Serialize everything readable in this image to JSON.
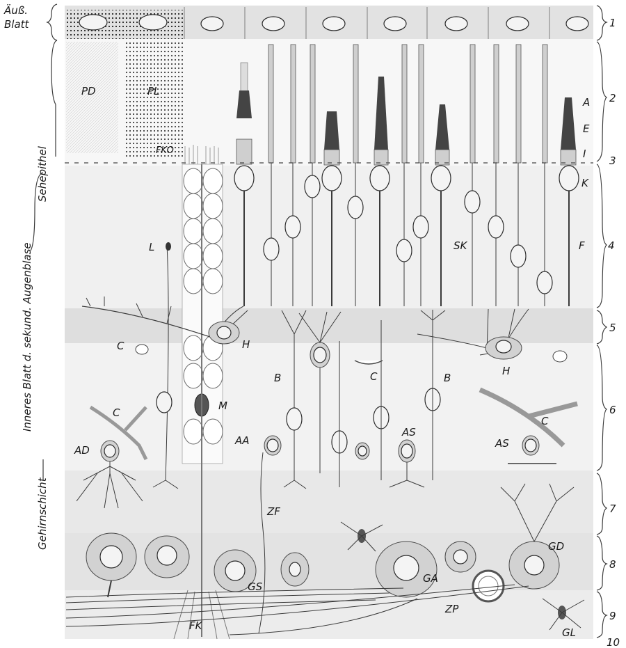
{
  "left_labels": {
    "outer_leaf": [
      "Äuß.",
      "Blatt"
    ],
    "sehepithel": "Sehepithel",
    "inner_leaf": "Inneres Blatt d. sekund. Augenblase",
    "gehirnschicht": "Gehirnschicht"
  },
  "layer_numbers": [
    "1",
    "2",
    "3",
    "4",
    "5",
    "6",
    "7",
    "8",
    "9",
    "10"
  ],
  "labels": {
    "PD": "PD",
    "PL": "PL",
    "FKO": "FKO",
    "A": "A",
    "E": "E",
    "I": "I",
    "K": "K",
    "F": "F",
    "SK": "SK",
    "L": "L",
    "H1": "H",
    "H2": "H",
    "C1": "C",
    "C2": "C",
    "C3": "C",
    "C4": "C",
    "B1": "B",
    "B2": "B",
    "M": "M",
    "AA": "AA",
    "AS1": "AS",
    "AS2": "AS",
    "AD": "AD",
    "ZF": "ZF",
    "GS": "GS",
    "GA": "GA",
    "GD": "GD",
    "ZP": "ZP",
    "FK": "FK",
    "GL": "GL"
  }
}
